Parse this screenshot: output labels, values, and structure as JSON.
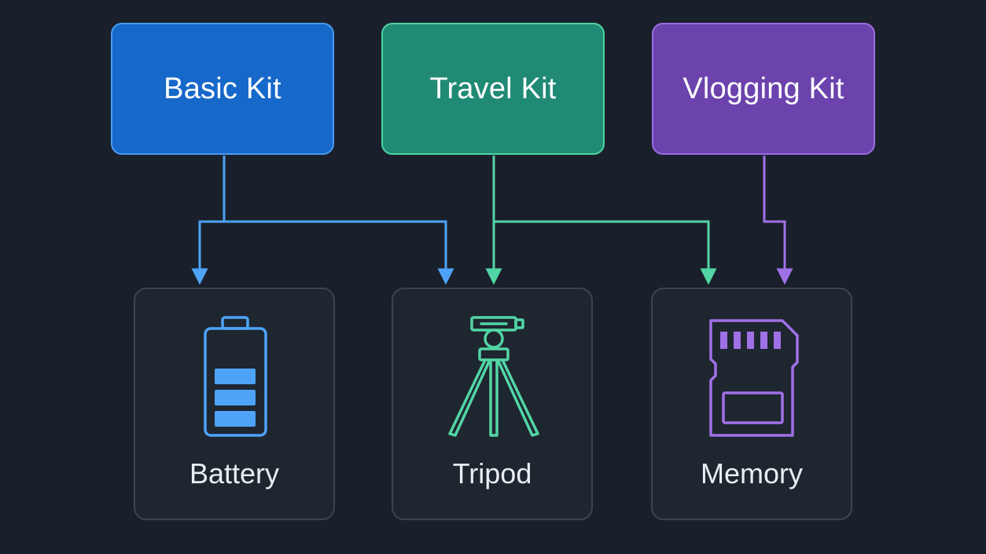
{
  "kits": {
    "basic": "Basic Kit",
    "travel": "Travel Kit",
    "vlogging": "Vlogging Kit"
  },
  "items": {
    "battery": "Battery",
    "tripod": "Tripod",
    "memory": "Memory"
  },
  "edges": [
    {
      "from": "Basic Kit",
      "to": "Battery"
    },
    {
      "from": "Basic Kit",
      "to": "Tripod"
    },
    {
      "from": "Travel Kit",
      "to": "Tripod"
    },
    {
      "from": "Travel Kit",
      "to": "Memory"
    },
    {
      "from": "Vlogging Kit",
      "to": "Memory"
    }
  ],
  "colors": {
    "background": "#19202b",
    "basic": "#1668c9",
    "travel": "#218a74",
    "vlogging": "#6c43ad",
    "basic_line": "#4ea3f7",
    "travel_line": "#52d5a4",
    "vlogging_line": "#a070e6"
  }
}
